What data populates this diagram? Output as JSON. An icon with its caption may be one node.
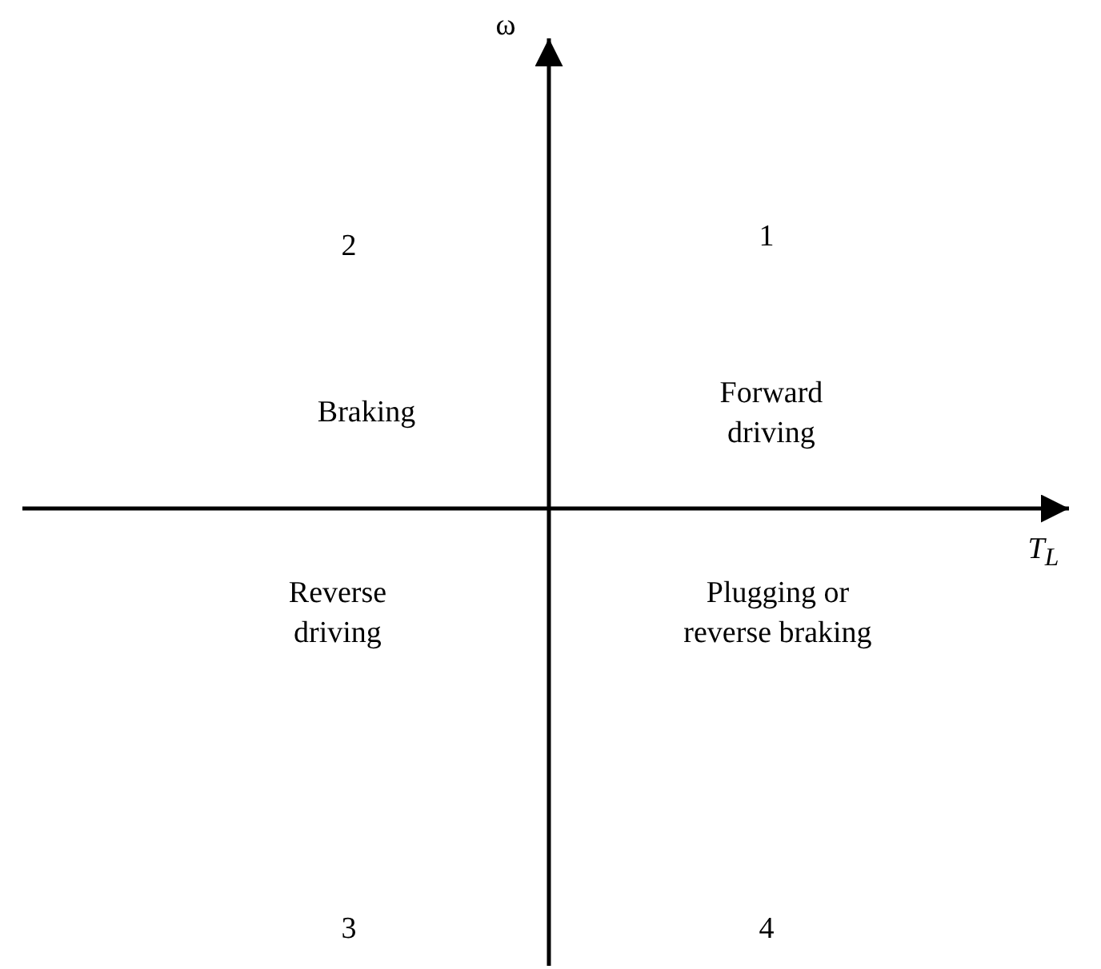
{
  "diagram": {
    "labels": [
      "ω",
      "2",
      "1",
      "Braking",
      "Forward driving",
      "T$_{L}$",
      "Reverse driving",
      "Plugging or reverse braking",
      "3",
      "4"
    ]
  }
}
